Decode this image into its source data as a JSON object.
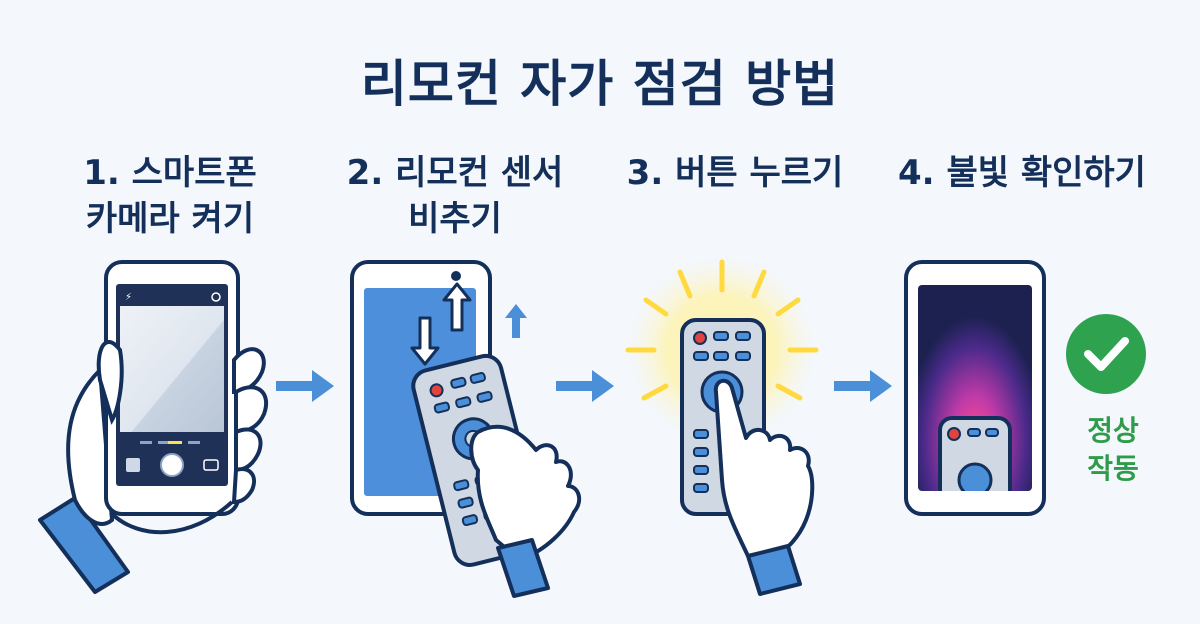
{
  "title": "리모컨 자가 점검 방법",
  "steps": [
    {
      "number": "1.",
      "line1": "스마트폰",
      "line2": "카메라 켜기"
    },
    {
      "number": "2.",
      "line1": "리모컨 센서",
      "line2": "비추기"
    },
    {
      "number": "3.",
      "line1": "버튼 누르기",
      "line2": ""
    },
    {
      "number": "4.",
      "line1": "불빛 확인하기",
      "line2": ""
    }
  ],
  "result": {
    "line1": "정상",
    "line2": "작동"
  },
  "colors": {
    "navy": "#14305a",
    "blue": "#4a8fd8",
    "screen_blue": "#4d8fdb",
    "glow": "#ffe34d",
    "ok_green": "#2fa24f",
    "ir_glow": "#ff5aa0"
  },
  "icons": [
    "camera-flash-icon",
    "camera-settings-icon",
    "camera-switch-icon",
    "arrow-right-icon",
    "checkmark-icon"
  ]
}
